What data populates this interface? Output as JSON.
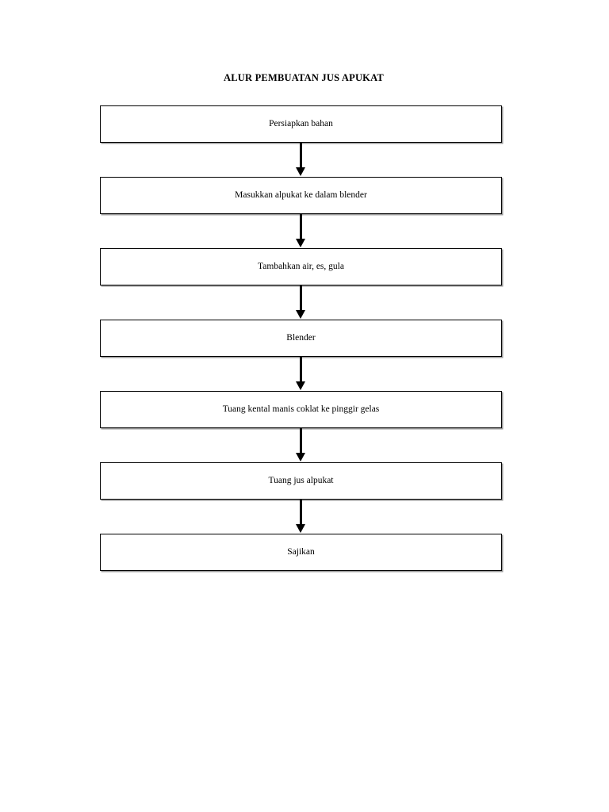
{
  "document": {
    "title": "ALUR PEMBUATAN JUS APUKAT",
    "background_color": "#ffffff",
    "text_color": "#000000",
    "box_border_color": "#000000",
    "box_shadow_color": "#9a9a9a"
  },
  "flowchart": {
    "type": "linear-process-flow",
    "orientation": "vertical",
    "connector_label": "arrow-down",
    "steps": [
      {
        "index": 1,
        "label": "Persiapkan bahan"
      },
      {
        "index": 2,
        "label": "Masukkan alpukat ke dalam blender"
      },
      {
        "index": 3,
        "label": "Tambahkan air, es, gula"
      },
      {
        "index": 4,
        "label": "Blender"
      },
      {
        "index": 5,
        "label": "Tuang kental manis coklat ke pinggir gelas"
      },
      {
        "index": 6,
        "label": "Tuang jus alpukat"
      },
      {
        "index": 7,
        "label": "Sajikan"
      }
    ]
  }
}
